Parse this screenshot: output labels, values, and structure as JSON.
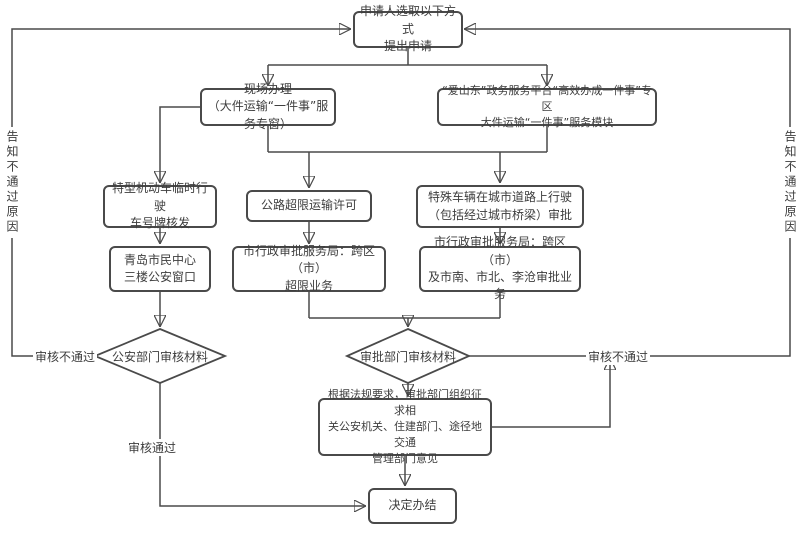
{
  "nodes": {
    "start": "申请人选取以下方式\n提出申请",
    "onsite": "现场办理\n（大件运输“一件事”服务专窗）",
    "platform": "“爱山东”政务服务平台“高效办成一件事”专区\n大件运输“一件事”服务模块",
    "temp_plate": "特型机动车临时行驶\n车号牌核发",
    "highway_permit": "公路超限运输许可",
    "special_vehicle": "特殊车辆在城市道路上行驶\n（包括经过城市桥梁）审批",
    "police_window": "青岛市民中心\n三楼公安窗口",
    "approval_overlimit": "市行政审批服务局：跨区（市）\n超限业务",
    "approval_districts": "市行政审批服务局：跨区（市）\n及市南、市北、李沧审批业务",
    "police_review": "公安部门审核材料",
    "approval_review": "审批部门审核材料",
    "consult": "根据法规要求，审批部门组织征求相\n关公安机关、住建部门、途径地交通\n管理部门意见",
    "decision": "决定办结"
  },
  "edge_labels": {
    "police_reject": "审核不通过",
    "police_pass": "审核通过",
    "approval_reject": "审核不通过",
    "inform_left": "告知不通过原因",
    "inform_right": "告知不通过原因"
  },
  "colors": {
    "line": "#4a4a4a",
    "text": "#3d3d3d",
    "background": "#ffffff"
  }
}
